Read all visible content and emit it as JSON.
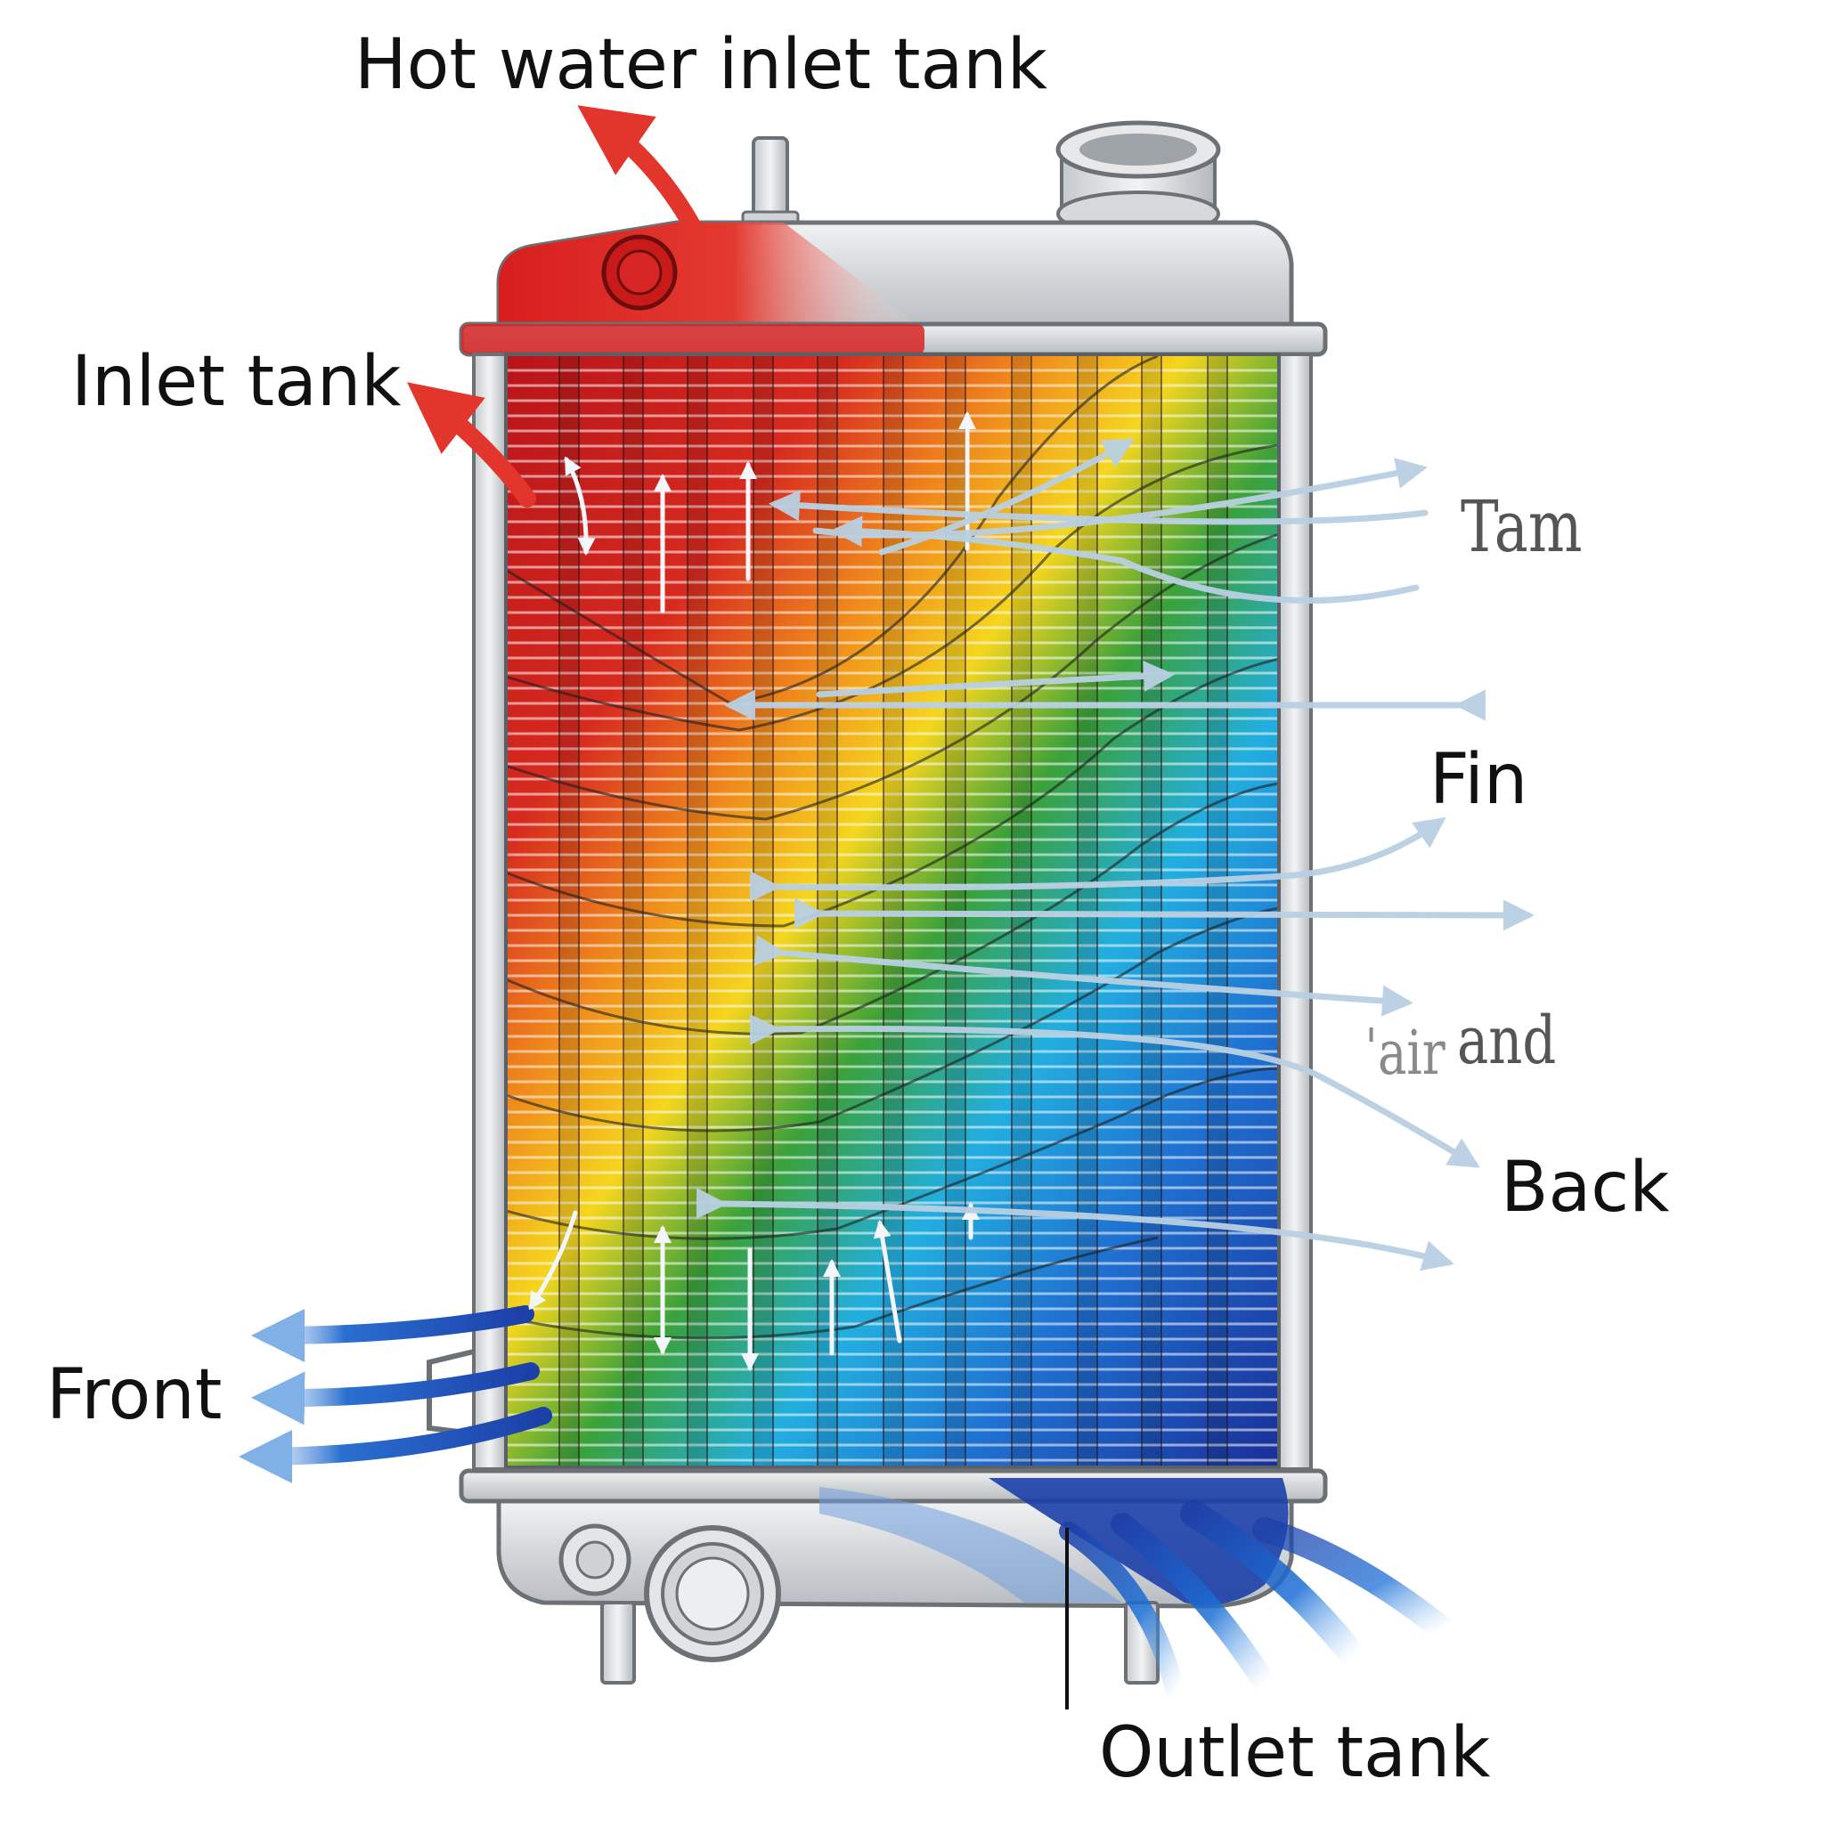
{
  "labels": {
    "hot_water_inlet_tank": "Hot water inlet tank",
    "inlet_tank": "Inlet tank",
    "tam": "Tam",
    "fin": "Fin",
    "air": "ˈair",
    "and": "and",
    "back": "Back",
    "front": "Front",
    "outlet_tank": "Outlet tank"
  },
  "colors": {
    "hot": "#d21f1f",
    "warm_orange": "#f08a1c",
    "warm_yellow": "#f5d61e",
    "mid_green": "#3aa13a",
    "cool_cyan": "#22aee0",
    "cold_blue": "#1c3fa8",
    "metal": "#d9dcdf",
    "airflow_arrow": "#b9d0e3",
    "hot_arrow": "#e2362d",
    "cold_arrow": "#1c55c4"
  }
}
